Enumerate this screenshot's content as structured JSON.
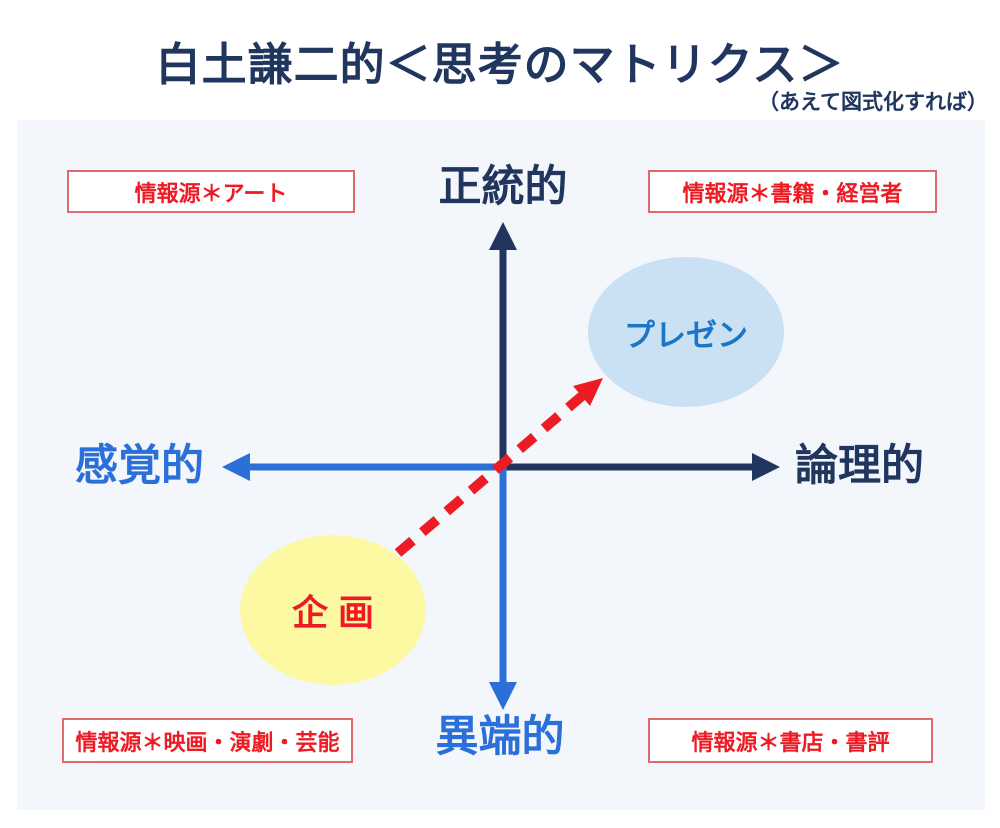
{
  "title": "白土謙二的＜思考のマトリクス＞",
  "subtitle": "（あえて図式化すれば）",
  "colors": {
    "navy": "#20365f",
    "blue": "#2b6fd8",
    "red": "#ed1c24",
    "box_border": "#e06a6a",
    "panel_bg": "#f3f6fa",
    "yellow_fill": "#fcf9a2",
    "lightblue_fill": "#c9e1f2",
    "presentation_text": "#1b76c8"
  },
  "axes": {
    "top_label": "正統的",
    "bottom_label": "異端的",
    "left_label": "感覚的",
    "right_label": "論理的"
  },
  "quadrant_boxes": {
    "top_left": "情報源＊アート",
    "top_right": "情報源＊書籍・経営者",
    "bottom_left": "情報源＊映画・演劇・芸能",
    "bottom_right": "情報源＊書店・書評"
  },
  "nodes": {
    "planning": "企 画",
    "presentation": "プレゼン"
  }
}
